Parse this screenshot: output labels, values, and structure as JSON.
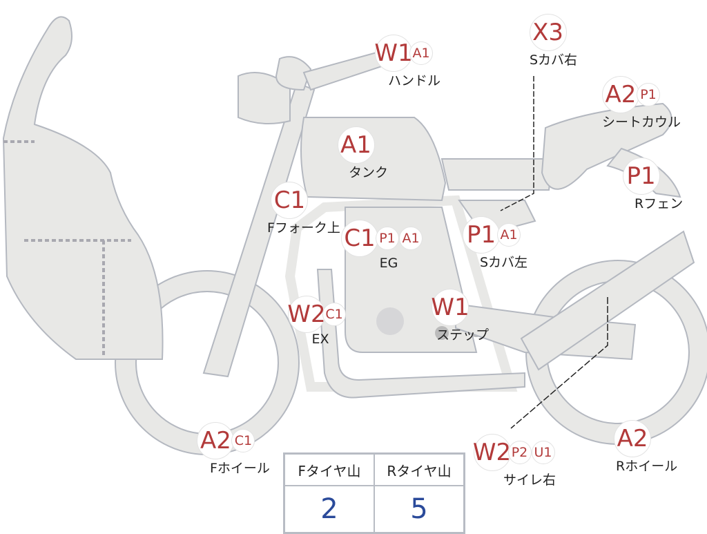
{
  "colors": {
    "code": "#b23a3a",
    "value": "#2a4a9a",
    "body": "#e8e8e6",
    "outline": "#b4b8c0"
  },
  "parts": [
    {
      "codes": [
        "W1",
        "A1"
      ],
      "label": "ハンドル"
    },
    {
      "codes": [
        "X3"
      ],
      "label": "Sカバ右"
    },
    {
      "codes": [
        "A2",
        "P1"
      ],
      "label": "シートカウル"
    },
    {
      "codes": [
        "P1"
      ],
      "label": "Rフェン"
    },
    {
      "codes": [
        "A1"
      ],
      "label": "タンク"
    },
    {
      "codes": [
        "C1"
      ],
      "label": "Fフォーク上"
    },
    {
      "codes": [
        "C1",
        "P1",
        "A1"
      ],
      "label": "EG"
    },
    {
      "codes": [
        "P1",
        "A1"
      ],
      "label": "Sカバ左"
    },
    {
      "codes": [
        "W1"
      ],
      "label": "ステップ"
    },
    {
      "codes": [
        "W2",
        "C1"
      ],
      "label": "EX"
    },
    {
      "codes": [
        "A2",
        "C1"
      ],
      "label": "Fホイール"
    },
    {
      "codes": [
        "W2",
        "P2",
        "U1"
      ],
      "label": "サイレ右"
    },
    {
      "codes": [
        "A2"
      ],
      "label": "Rホイール"
    }
  ],
  "tire_table": {
    "headers": [
      "Fタイヤ山",
      "Rタイヤ山"
    ],
    "values": [
      "2",
      "5"
    ]
  }
}
